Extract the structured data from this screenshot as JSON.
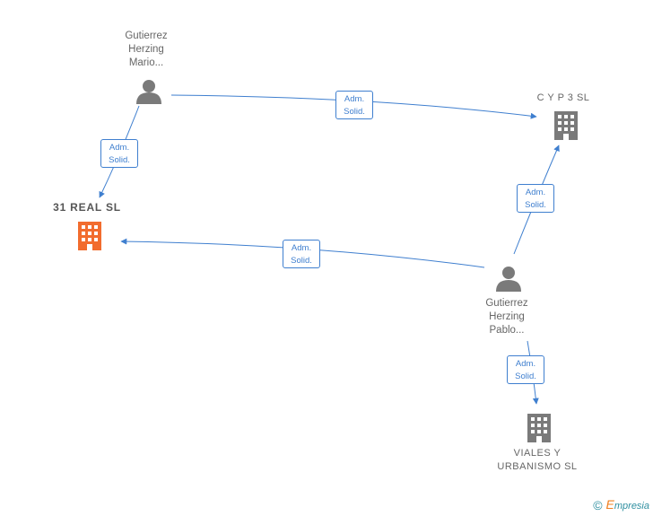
{
  "nodes": {
    "person_mario": {
      "name_lines": [
        "Gutierrez",
        "Herzing",
        "Mario..."
      ],
      "icon": "person-icon"
    },
    "person_pablo": {
      "name_lines": [
        "Gutierrez",
        "Herzing",
        "Pablo..."
      ],
      "icon": "person-icon"
    },
    "company_cyp3": {
      "name": "C Y P 3 SL",
      "icon": "building-icon"
    },
    "company_31real": {
      "name": "31 REAL SL",
      "icon": "building-icon",
      "highlight": true
    },
    "company_viales": {
      "name_lines": [
        "VIALES Y",
        "URBANISMO SL"
      ],
      "icon": "building-icon"
    }
  },
  "edges": [
    {
      "from": "person_mario",
      "to": "company_cyp3",
      "label_lines": [
        "Adm.",
        "Solid."
      ]
    },
    {
      "from": "person_mario",
      "to": "company_31real",
      "label_lines": [
        "Adm.",
        "Solid."
      ]
    },
    {
      "from": "person_pablo",
      "to": "company_cyp3",
      "label_lines": [
        "Adm.",
        "Solid."
      ]
    },
    {
      "from": "person_pablo",
      "to": "company_31real",
      "label_lines": [
        "Adm.",
        "Solid."
      ]
    },
    {
      "from": "person_pablo",
      "to": "company_viales",
      "label_lines": [
        "Adm.",
        "Solid."
      ]
    }
  ],
  "colors": {
    "edge": "#3f7fcf",
    "person_icon": "#7a7a7a",
    "company_icon": "#7a7a7a",
    "highlight_company_icon": "#f26c2e",
    "label_text": "#666666"
  },
  "footer": {
    "copyright": "©",
    "brand_initial": "E",
    "brand_rest": "mpresia"
  }
}
